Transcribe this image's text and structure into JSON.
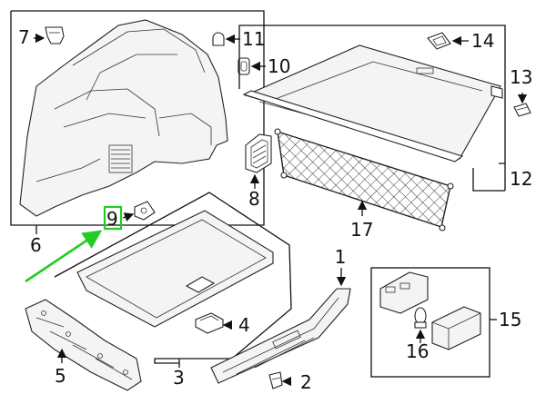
{
  "callouts": {
    "c1": "1",
    "c2": "2",
    "c3": "3",
    "c4": "4",
    "c5": "5",
    "c6": "6",
    "c7": "7",
    "c8": "8",
    "c9": "9",
    "c10": "10",
    "c11": "11",
    "c12": "12",
    "c13": "13",
    "c14": "14",
    "c15": "15",
    "c16": "16",
    "c17": "17"
  },
  "colors": {
    "highlight": "#22cc22",
    "line": "#111111"
  }
}
